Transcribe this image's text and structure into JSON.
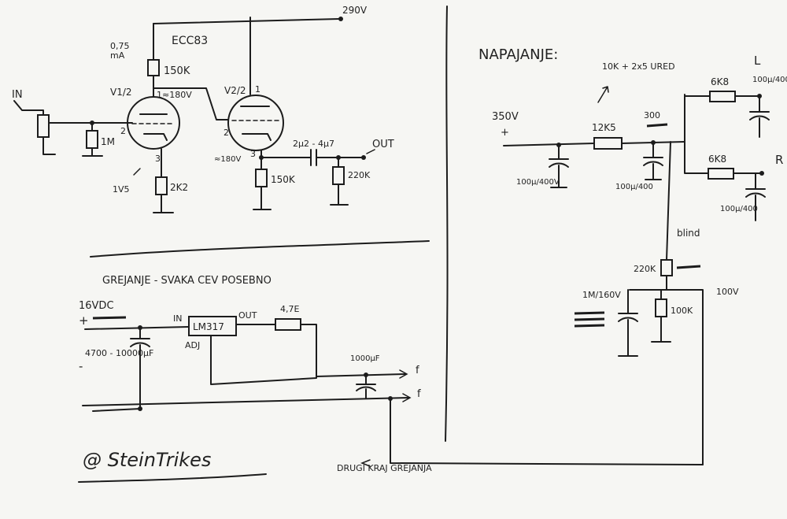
{
  "preamp": {
    "tube_type": "ECC83",
    "hv": "290V",
    "anode_current": "0,75\nmA",
    "plate_resistor_v1": "150K",
    "v1_label": "V1/2",
    "v1_plate_volts": "1≈180V",
    "v2_label": "V2/2",
    "pin1_v2": "1",
    "pin2_v1": "2",
    "pin2_v2": "2",
    "pin3_v1": "3",
    "pin3_v2": "3",
    "v2_cathode_volts": "≈180V",
    "in_label": "IN",
    "grid_leak": "1M",
    "cathode_current": "1V5",
    "cathode_resistor": "2K2",
    "cathode_follower_res": "150K",
    "coupling_cap": "2μ2 - 4μ7",
    "output_res": "220K",
    "out_label": "OUT"
  },
  "psu": {
    "title": "NAPAJANJE:",
    "hv_in": "350V",
    "plus": "+",
    "sixteen_v_note": "10K + 2x5 URED",
    "series_res": "12K5",
    "crossed_note": "300",
    "cap1": "100μ/400V",
    "cap2": "100μ/400",
    "left_label": "L",
    "right_label": "R",
    "left_res": "6K8",
    "right_res": "6K8",
    "left_cap": "100μ/400",
    "right_cap": "100μ/400",
    "heater_ref_note": "blind",
    "divider_top": "220K",
    "divider_bottom": "100K",
    "divider_cap": "1M/160V",
    "divider_volts": "100V"
  },
  "heater": {
    "title": "GREJANJE - SVAKA CEV POSEBNO",
    "input_v": "16VDC",
    "plus": "+",
    "minus": "-",
    "cap_spec": "4700 - 10000μF",
    "regulator": "LM317",
    "in_pin": "IN",
    "out_pin": "OUT",
    "adj_pin": "ADJ",
    "res_4r7": "4,7E",
    "cap_1000": "1000μF",
    "f_top": "f",
    "f_bottom": "f",
    "ref_note": "DRUGI KRAJ GREJANJA"
  },
  "signature": {
    "text": "@ SteinTrikes"
  }
}
